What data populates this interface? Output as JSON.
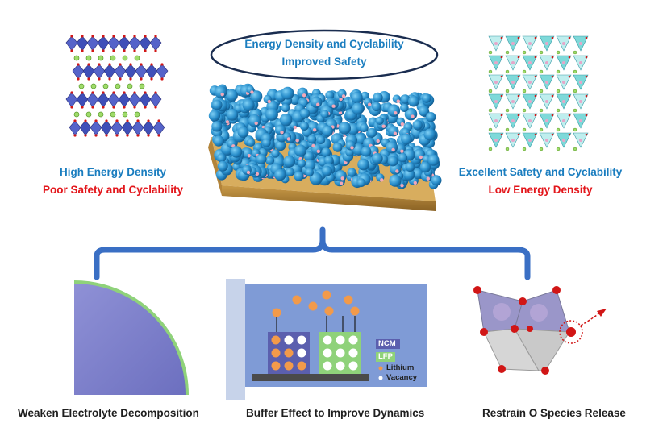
{
  "center": {
    "line1": "Energy Density and Cyclability",
    "line2": "Improved Safety"
  },
  "left": {
    "line1": "High Energy Density",
    "line2": "Poor Safety and Cyclability"
  },
  "right": {
    "line1": "Excellent Safety and Cyclability",
    "line2": "Low Energy Density"
  },
  "buffer_legend": {
    "ncm": "NCM",
    "lfp": "LFP",
    "lithium": "Lithium",
    "vacancy": "Vacancy"
  },
  "bottom_labels": {
    "left": "Weaken Electrolyte Decomposition",
    "middle": "Buffer Effect to Improve Dynamics",
    "right": "Restrain O Species Release"
  },
  "colors": {
    "accent_blue": "#1a7dbf",
    "accent_red": "#e3161b",
    "bracket_blue": "#3a6fc4",
    "ncm_purple": "#6e6fb5",
    "lfp_green": "#8fd27a",
    "lithium_orange": "#f29a4a"
  }
}
